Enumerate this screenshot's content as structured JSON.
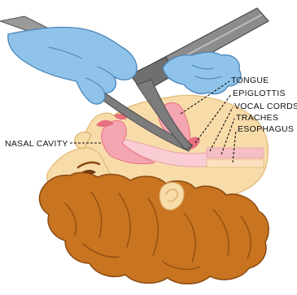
{
  "labels": {
    "tongue": "TONGUE",
    "epiglottis": "EPIGLOTTIS",
    "vocal_cords": "VOCAL CORDS",
    "traches": "TRACHES",
    "esophagus": "ESOPHAGUS",
    "nasal_cavity": "NASAL CAVITY"
  },
  "colors": {
    "skin": "#f7dcaa",
    "skin_outline": "#e2b872",
    "hair": "#c87420",
    "hair_outline": "#8a4a10",
    "glove": "#8fc3ea",
    "glove_outline": "#4a86b8",
    "tissue": "#f4a6b0",
    "tissue_dark": "#e7707f",
    "airway": "#f9cdd3",
    "instrument": "#8c8c8c",
    "instrument_dark": "#555555"
  }
}
